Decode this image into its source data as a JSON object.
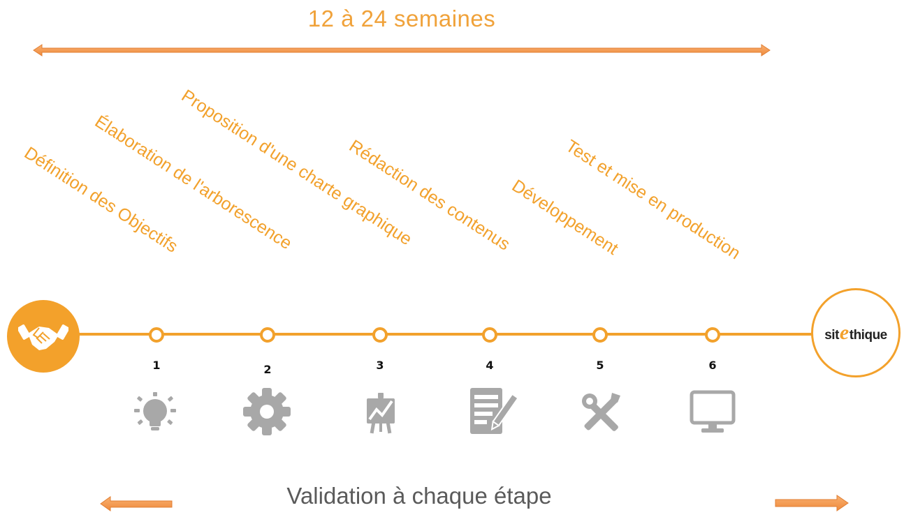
{
  "header": {
    "duration": "12 à 24 semaines"
  },
  "steps": [
    {
      "number": "1",
      "label": "Définition des Objectifs",
      "icon": "lightbulb-icon"
    },
    {
      "number": "2",
      "label": "Élaboration de l'arborescence",
      "icon": "gear-icon"
    },
    {
      "number": "3",
      "label": "Proposition d'une charte graphique",
      "icon": "easel-chart-icon"
    },
    {
      "number": "4",
      "label": "Rédaction des contenus",
      "icon": "document-pencil-icon"
    },
    {
      "number": "5",
      "label": "Développement",
      "icon": "tools-icon"
    },
    {
      "number": "6",
      "label": "Test et mise en production",
      "icon": "monitor-icon"
    }
  ],
  "start": {
    "icon": "handshake-icon"
  },
  "end": {
    "brand_prefix": "sit",
    "brand_letter": "e",
    "brand_suffix": "thique"
  },
  "footer": {
    "validation": "Validation à chaque étape"
  },
  "colors": {
    "accent": "#f2a12c",
    "icon_gray": "#a8a8a8",
    "text_dark": "#111111"
  }
}
